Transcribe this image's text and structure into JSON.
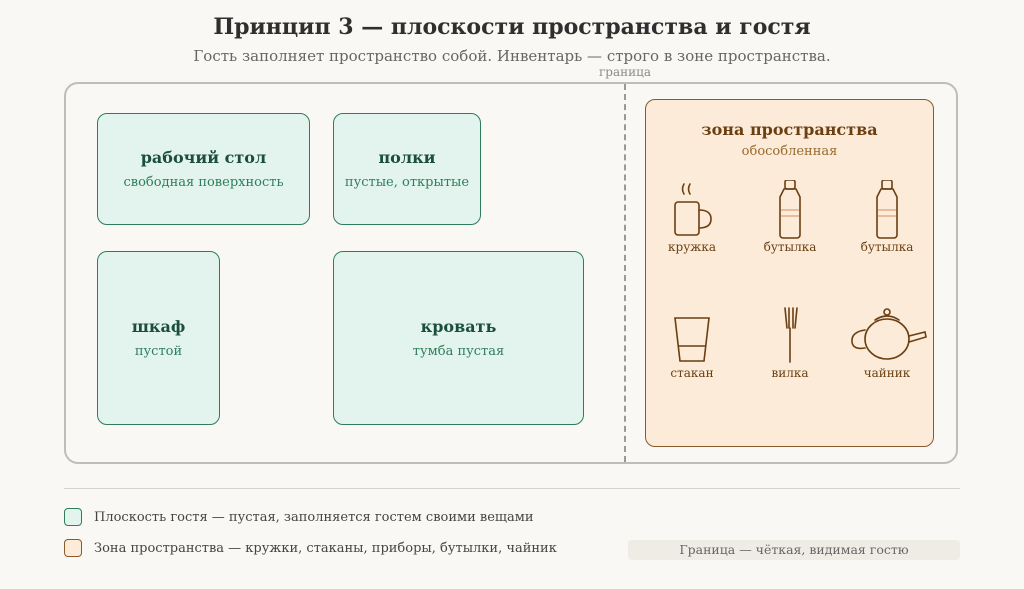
{
  "title": "Принцип 3 — плоскости пространства и гостя",
  "subtitle": "Гость заполняет пространство собой. Инвентарь — строго в зоне пространства.",
  "boundary_label": "граница",
  "guest_plane": {
    "boxes": [
      {
        "title": "рабочий стол",
        "sub": "свободная поверхность"
      },
      {
        "title": "полки",
        "sub": "пустые, открытые"
      },
      {
        "title": "шкаф",
        "sub": "пустой"
      },
      {
        "title": "кровать",
        "sub": "тумба пустая"
      }
    ]
  },
  "zone": {
    "title": "зона пространства",
    "sub": "обособленная",
    "items": [
      {
        "label": "кружка",
        "icon": "mug-icon"
      },
      {
        "label": "бутылка",
        "icon": "bottle-icon"
      },
      {
        "label": "бутылка",
        "icon": "bottle-icon"
      },
      {
        "label": "стакан",
        "icon": "glass-icon"
      },
      {
        "label": "вилка",
        "icon": "fork-icon"
      },
      {
        "label": "чайник",
        "icon": "teapot-icon"
      }
    ]
  },
  "legend": {
    "guest": "Плоскость гостя — пустая, заполняется гостем своими вещами",
    "space": "Зона пространства — кружки, стаканы, приборы, бутылки, чайник"
  },
  "footer_tag": "Граница — чёткая, видимая гостю",
  "colors": {
    "guest_fill": "#e3f4ee",
    "guest_stroke": "#2e7d5b",
    "zone_fill": "#fbebd8",
    "zone_stroke": "#8a5a2b"
  }
}
